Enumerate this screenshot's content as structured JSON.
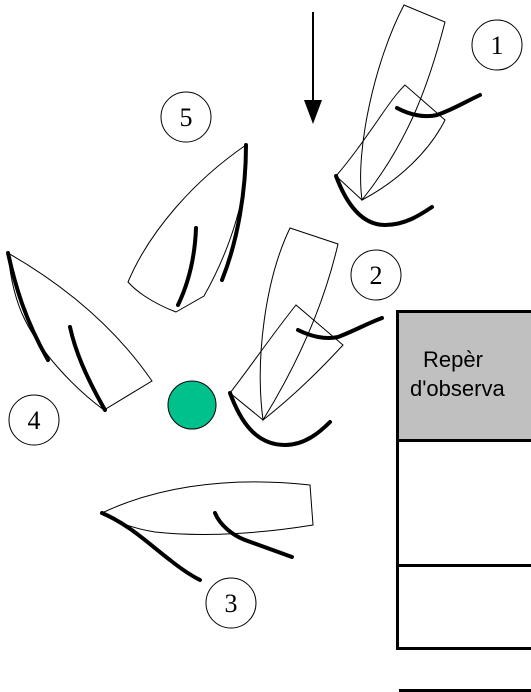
{
  "labels": {
    "boat_1": "1",
    "boat_2": "2",
    "boat_3": "3",
    "boat_4": "4",
    "boat_5": "5"
  },
  "table": {
    "header_line1": "Repèr",
    "header_line2": "d'observa",
    "rows": [
      "",
      ""
    ]
  },
  "colors": {
    "mark": "#00c08c",
    "header_bg": "#c0c0c0",
    "stroke": "#000000"
  },
  "icons": {
    "wind": "down-arrow-icon",
    "mark": "green-circle-icon"
  }
}
